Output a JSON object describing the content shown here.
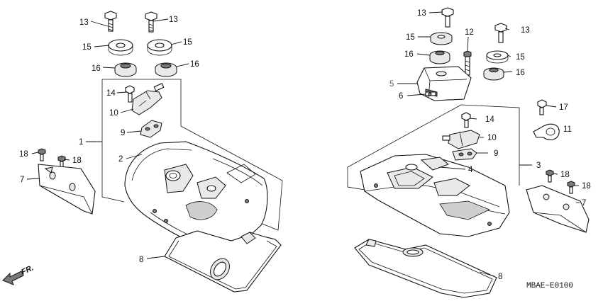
{
  "callouts": {
    "c13a": "13",
    "c13b": "13",
    "c13c": "13",
    "c13d": "13",
    "c15a": "15",
    "c15b": "15",
    "c15c": "15",
    "c15d": "15",
    "c16a": "16",
    "c16b": "16",
    "c16c": "16",
    "c16d": "16",
    "c14a": "14",
    "c14b": "14",
    "c10a": "10",
    "c10b": "10",
    "c9a": "9",
    "c9b": "9",
    "c1": "1",
    "c2": "2",
    "c3": "3",
    "c4": "4",
    "c5": "5",
    "c6": "6",
    "c7a": "7",
    "c7b": "7",
    "c8a": "8",
    "c8b": "8",
    "c11": "11",
    "c12": "12",
    "c17": "17",
    "c18a": "18",
    "c18b": "18",
    "c18c": "18",
    "c18d": "18"
  },
  "direction_label": "FR.",
  "diagram_code": "MBAE−E0100",
  "colors": {
    "ink": "#111111",
    "callout_5": "#666666",
    "part_shade": "#e9e9e9"
  }
}
